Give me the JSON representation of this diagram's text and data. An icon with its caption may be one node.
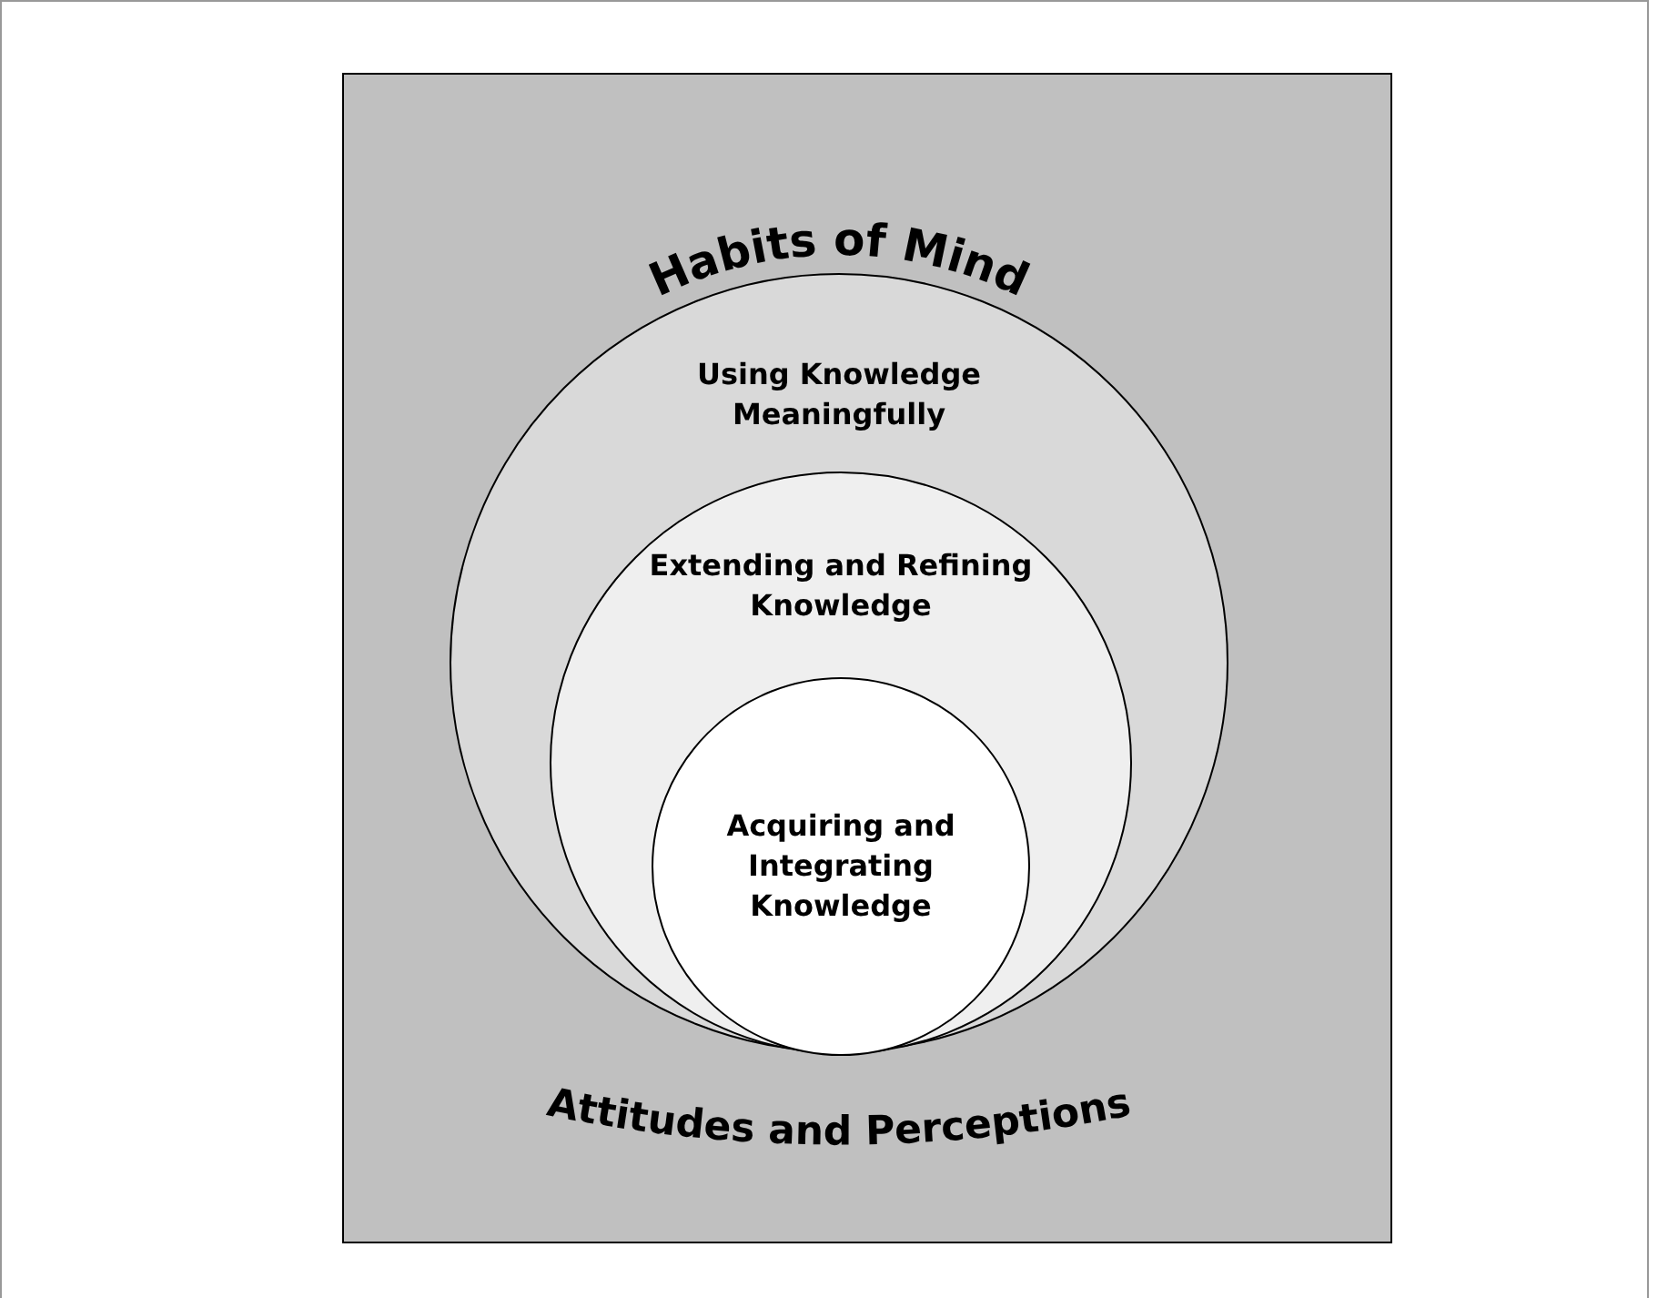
{
  "diagram": {
    "nodes": [
      {
        "text": [
          "Habits of Mind",
          "Attitudes and Perceptions"
        ]
      },
      {
        "text": [
          "Using Knowledge Meaningfully"
        ],
        "in": 0
      },
      {
        "text": [
          "Extending and Refining Knowledge"
        ],
        "in": 1
      },
      {
        "text": [
          "Acquiring and Integrating Knowledge"
        ],
        "in": 2
      }
    ]
  }
}
